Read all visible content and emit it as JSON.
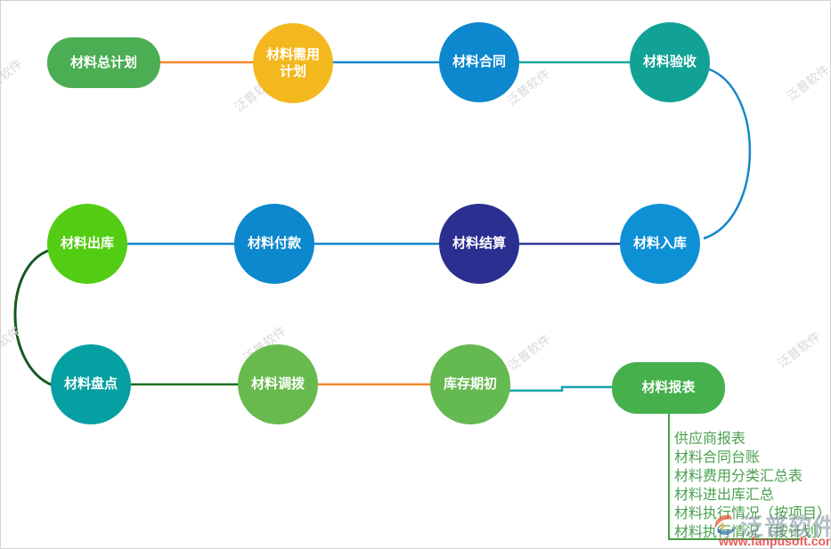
{
  "diagram": {
    "nodes": [
      {
        "id": "material-master-plan",
        "label": "材料总计划",
        "shape": "rounded-rect",
        "color": "#4cae53"
      },
      {
        "id": "material-requirement-plan",
        "label": "材料需用计划",
        "shape": "circle",
        "color": "#f4b81f"
      },
      {
        "id": "material-contract",
        "label": "材料合同",
        "shape": "circle",
        "color": "#0d87cd"
      },
      {
        "id": "material-acceptance",
        "label": "材料验收",
        "shape": "circle",
        "color": "#12a295"
      },
      {
        "id": "material-inbound",
        "label": "材料入库",
        "shape": "circle",
        "color": "#0e90d5"
      },
      {
        "id": "material-settlement",
        "label": "材料结算",
        "shape": "circle",
        "color": "#2a2f90"
      },
      {
        "id": "material-payment",
        "label": "材料付款",
        "shape": "circle",
        "color": "#0d87cd"
      },
      {
        "id": "material-outbound",
        "label": "材料出库",
        "shape": "circle",
        "color": "#53cd13"
      },
      {
        "id": "material-stocktaking",
        "label": "材料盘点",
        "shape": "circle",
        "color": "#07a0a2"
      },
      {
        "id": "material-transfer",
        "label": "材料调拨",
        "shape": "circle",
        "color": "#69ba4e"
      },
      {
        "id": "opening-inventory",
        "label": "库存期初",
        "shape": "circle",
        "color": "#65b951"
      },
      {
        "id": "material-reports",
        "label": "材料报表",
        "shape": "rounded-rect",
        "color": "#45b04c"
      }
    ],
    "edges": [
      {
        "from": "材料总计划",
        "to": "材料需用计划",
        "color": "#f0882a"
      },
      {
        "from": "材料需用计划",
        "to": "材料合同",
        "color": "#1787c9"
      },
      {
        "from": "材料合同",
        "to": "材料验收",
        "color": "#14a89b"
      },
      {
        "from": "材料验收",
        "to": "材料入库",
        "color": "#1787c9"
      },
      {
        "from": "材料入库",
        "to": "材料结算",
        "color": "#323a99"
      },
      {
        "from": "材料结算",
        "to": "材料付款",
        "color": "#1787c9"
      },
      {
        "from": "材料付款",
        "to": "材料出库",
        "color": "#1787c9"
      },
      {
        "from": "材料出库",
        "to": "材料盘点",
        "color": "#165a1e"
      },
      {
        "from": "材料盘点",
        "to": "材料调拨",
        "color": "#1b6e1e"
      },
      {
        "from": "材料调拨",
        "to": "库存期初",
        "color": "#f0882a"
      },
      {
        "from": "库存期初",
        "to": "材料报表",
        "color": "#13a2a8"
      },
      {
        "from": "材料报表",
        "to": "报表清单",
        "color": "#43a047"
      }
    ],
    "report_list": {
      "text_color": "#4ba04f",
      "items": [
        "供应商报表",
        "材料合同台账",
        "材料费用分类汇总表",
        "材料进出库汇总",
        "材料执行情况（按项目）",
        "材料执行情况（按计划）"
      ]
    }
  },
  "watermark": {
    "tile_text": "泛普软件",
    "brand_text": "泛普软件",
    "url": "www.fanpusoft.com",
    "tile_color": "#d8d8d8",
    "url_color": "#e04040"
  }
}
